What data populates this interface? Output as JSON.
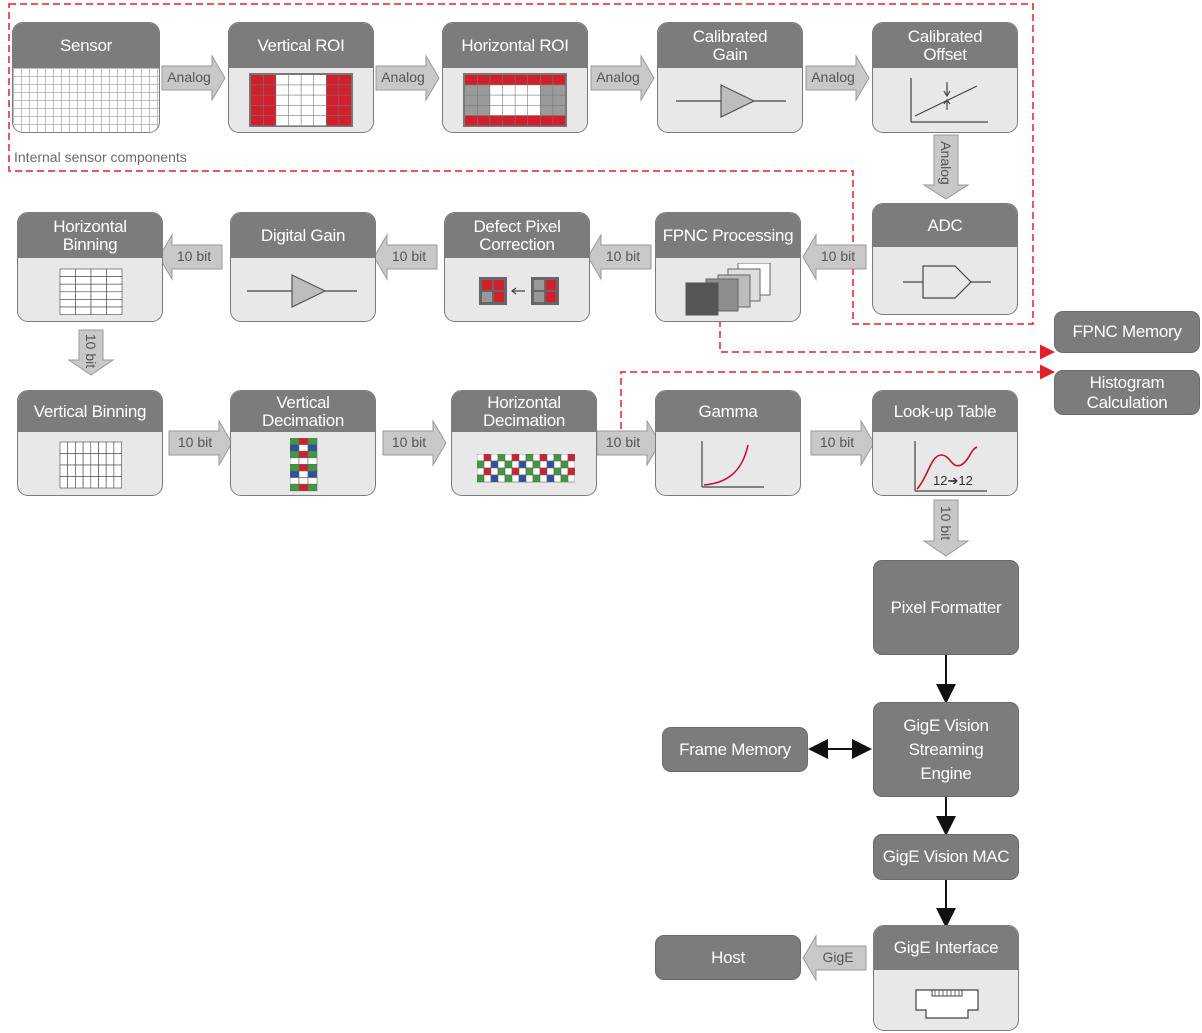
{
  "region_label": "Internal sensor components",
  "blocks": {
    "sensor": "Sensor",
    "vertical_roi": "Vertical ROI",
    "horizontal_roi": "Horizontal ROI",
    "calibrated_gain": [
      "Calibrated",
      "Gain"
    ],
    "calibrated_offset": [
      "Calibrated",
      "Offset"
    ],
    "adc": "ADC",
    "fpnc_processing": "FPNC Processing",
    "defect_pixel_correction": [
      "Defect Pixel",
      "Correction"
    ],
    "digital_gain": "Digital Gain",
    "horizontal_binning": [
      "Horizontal",
      "Binning"
    ],
    "vertical_binning": "Vertical Binning",
    "vertical_decimation": [
      "Vertical",
      "Decimation"
    ],
    "horizontal_decimation": [
      "Horizontal",
      "Decimation"
    ],
    "gamma": "Gamma",
    "lookup_table": "Look-up Table",
    "lookup_table_note": "12➔12",
    "pixel_formatter": "Pixel Formatter",
    "streaming_engine": [
      "GigE Vision",
      "Streaming",
      "Engine"
    ],
    "frame_memory": "Frame Memory",
    "mac": "GigE Vision MAC",
    "interface": "GigE Interface",
    "host": "Host",
    "fpnc_memory": "FPNC Memory",
    "histogram": [
      "Histogram",
      "Calculation"
    ]
  },
  "arrows": {
    "analog": "Analog",
    "ten_bit": "10 bit",
    "gige": "GigE"
  },
  "colors": {
    "header": "#7c7c7c",
    "body": "#e8e8e8",
    "accent_red": "#d0202e",
    "dashed_red": "#e0202a",
    "bayer_green": "#3f9a3f",
    "bayer_blue": "#2f4fa0"
  }
}
